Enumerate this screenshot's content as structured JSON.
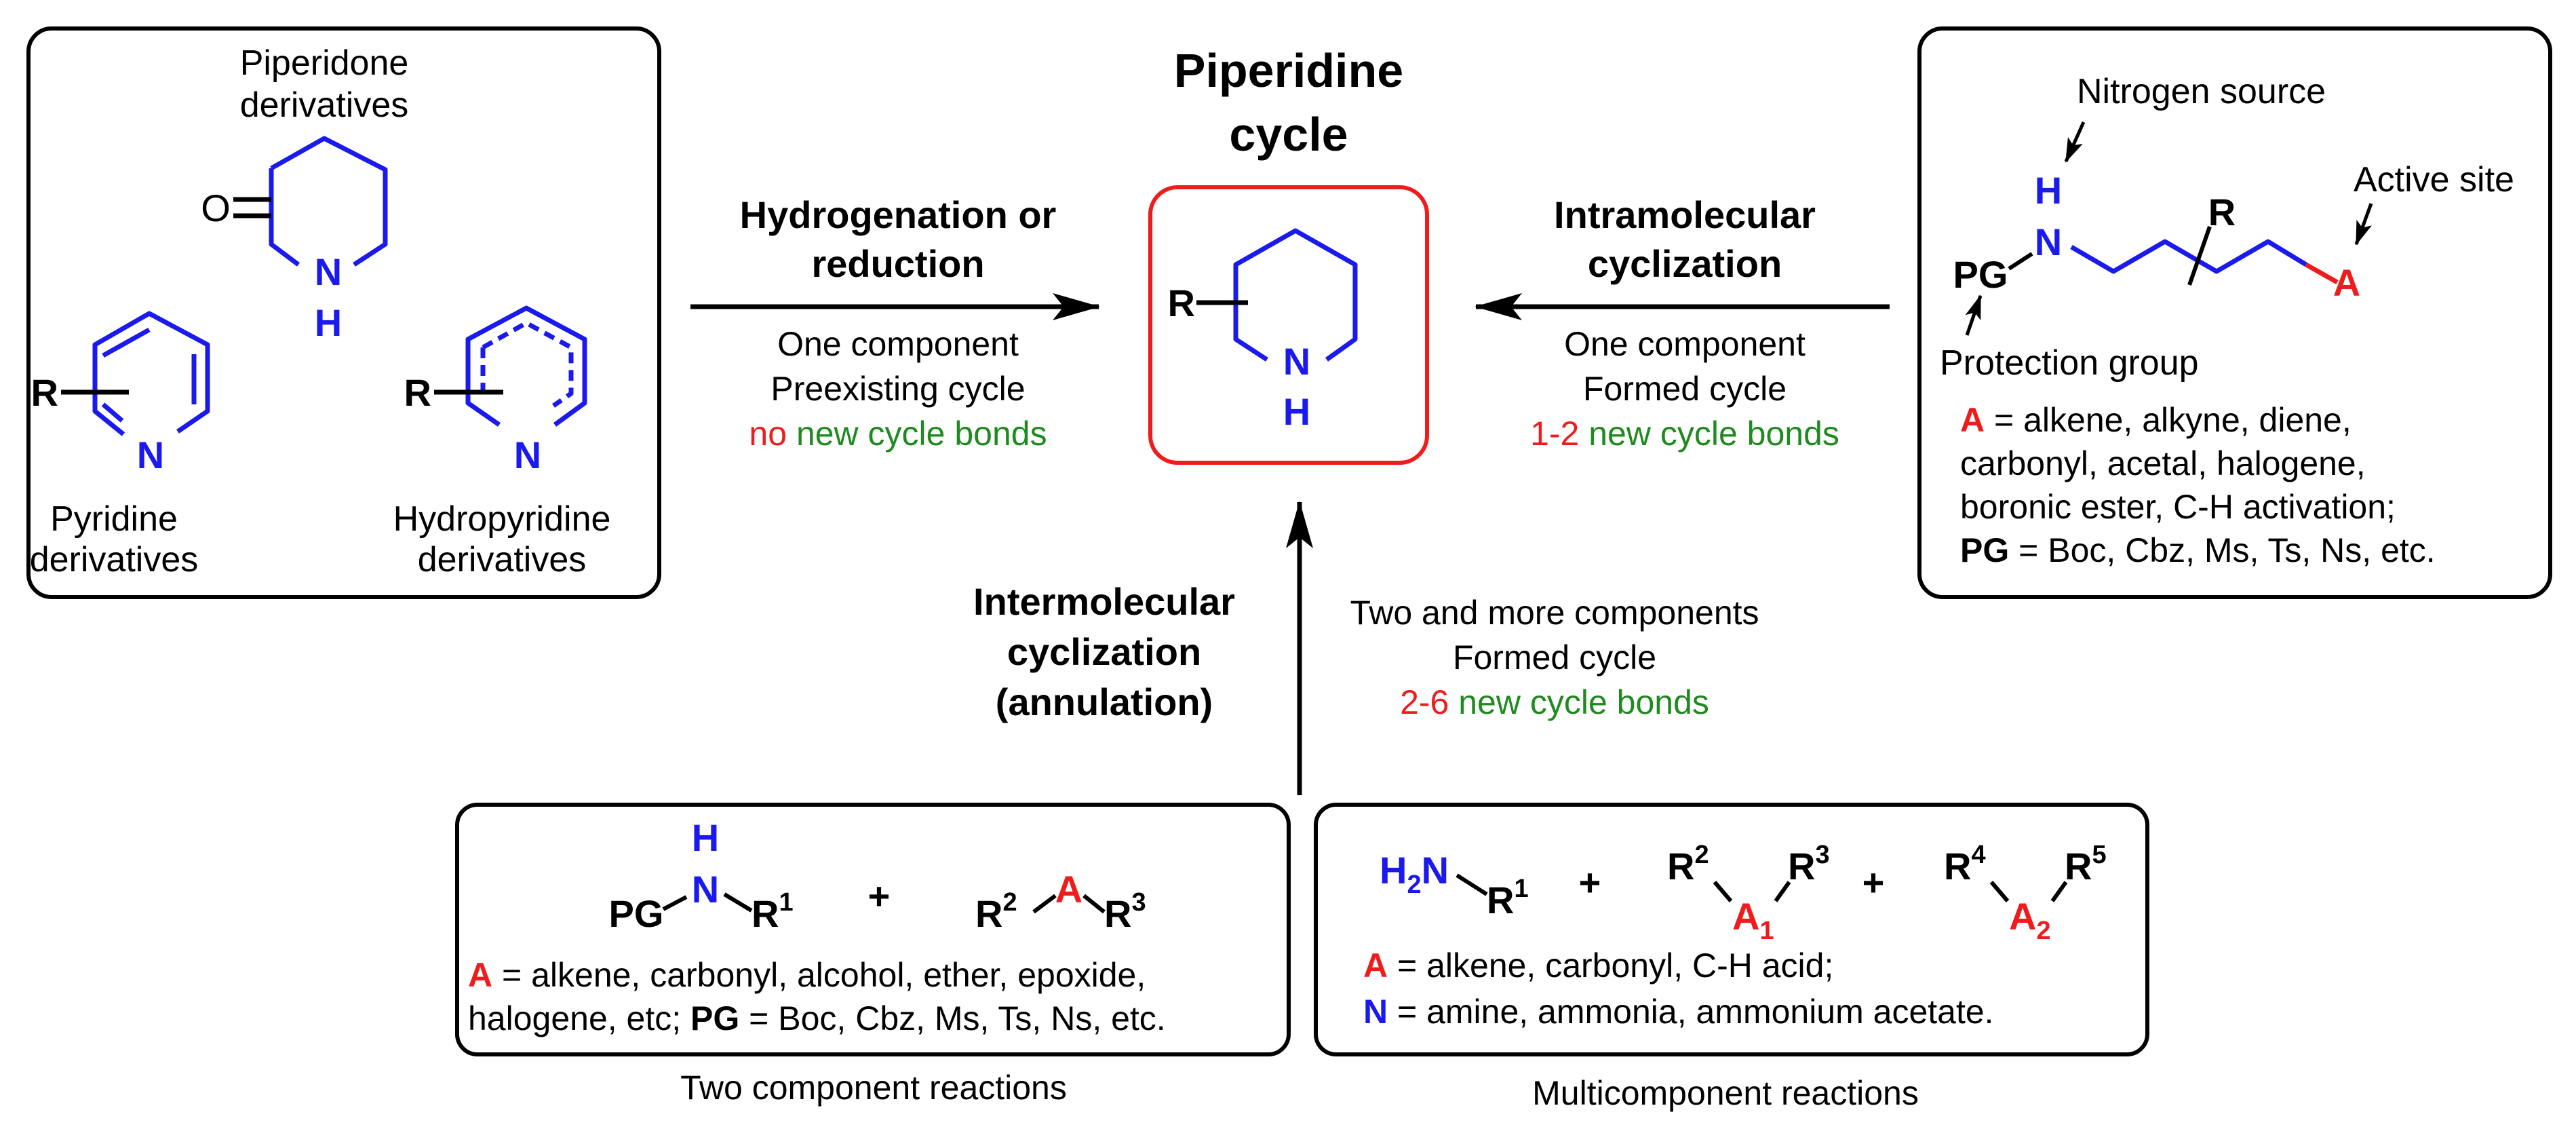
{
  "colors": {
    "black": "#000000",
    "blue": "#1a1aee",
    "red": "#ee1c1c",
    "green": "#1f8a1f"
  },
  "center": {
    "title_line1": "Piperidine",
    "title_line2": "cycle",
    "ring_R": "R",
    "ring_N": "N",
    "ring_H": "H"
  },
  "left_box": {
    "piperidone_line1": "Piperidone",
    "piperidone_line2": "derivatives",
    "oxo": "O",
    "piperidone_N": "N",
    "piperidone_H": "H",
    "pyridine_R": "R",
    "pyridine_N": "N",
    "pyridine_line1": "Pyridine",
    "pyridine_line2": "derivatives",
    "hydro_R": "R",
    "hydro_N": "N",
    "hydro_line1": "Hydropyridine",
    "hydro_line2": "derivatives"
  },
  "left_arrow": {
    "title_line1": "Hydrogenation or",
    "title_line2": "reduction",
    "desc_line1": "One component",
    "desc_line2": "Preexisting cycle",
    "bonds_prefix": "no",
    "bonds_suffix": "new cycle bonds"
  },
  "right_arrow": {
    "title_line1": "Intramolecular",
    "title_line2": "cyclization",
    "desc_line1": "One component",
    "desc_line2": "Formed cycle",
    "bonds_prefix": "1-2",
    "bonds_suffix": "new cycle bonds"
  },
  "right_box": {
    "nitrogen_source": "Nitrogen source",
    "H": "H",
    "N": "N",
    "PG": "PG",
    "R": "R",
    "A": "A",
    "active_site": "Active site",
    "protection_group": "Protection group",
    "A_label": "A",
    "A_def_line1": " = alkene, alkyne, diene,",
    "A_def_line2": "carbonyl, acetal, halogene,",
    "A_def_line3": "boronic ester, C-H activation;",
    "PG_label": "PG",
    "PG_def": " = Boc, Cbz, Ms, Ts, Ns, etc."
  },
  "bottom_arrow": {
    "title_line1": "Intermolecular",
    "title_line2": "cyclization",
    "title_line3": "(annulation)",
    "desc_line1": "Two and more components",
    "desc_line2": "Formed cycle",
    "bonds_prefix": "2-6",
    "bonds_suffix": "new cycle bonds"
  },
  "two_component": {
    "H": "H",
    "PG": "PG",
    "N": "N",
    "R1": "R",
    "R1_sup": "1",
    "plus": "+",
    "R2": "R",
    "R2_sup": "2",
    "A": "A",
    "R3": "R",
    "R3_sup": "3",
    "A_label": "A",
    "A_def": " = alkene, carbonyl, alcohol, ether, epoxide,",
    "line2_start": "halogene, etc; ",
    "PG_label": "PG",
    "PG_def": " = Boc, Cbz, Ms, Ts, Ns, etc.",
    "caption": "Two component reactions"
  },
  "multicomponent": {
    "H2N": "H",
    "H2N_sub": "2",
    "H2N_N": "N",
    "R1": "R",
    "R1_sup": "1",
    "plus1": "+",
    "R2": "R",
    "R2_sup": "2",
    "A1": "A",
    "A1_sub": "1",
    "R3": "R",
    "R3_sup": "3",
    "plus2": "+",
    "R4": "R",
    "R4_sup": "4",
    "A2": "A",
    "A2_sub": "2",
    "R5": "R",
    "R5_sup": "5",
    "A_label": "A",
    "A_def": " = alkene, carbonyl, C-H acid;",
    "N_label": "N",
    "N_def": " = amine, ammonia, ammonium acetate.",
    "caption": "Multicomponent reactions"
  }
}
